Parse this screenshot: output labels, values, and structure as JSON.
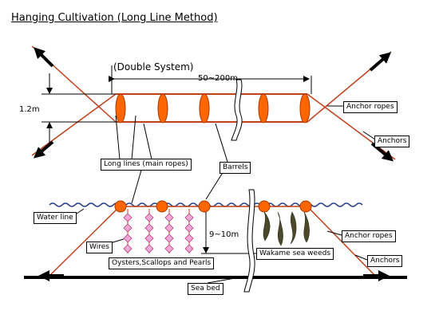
{
  "title": "Hanging Cultivation (Long Line Method)",
  "plan_view": {
    "system_label": "(Double System)",
    "length_label": "50~200m",
    "width_label": "1.2m"
  },
  "labels": {
    "anchor_ropes_top": "Anchor ropes",
    "anchors_top": "Anchors",
    "long_lines": "Long lines (main ropes)",
    "barrels": "Barrels",
    "water_line": "Water line",
    "wires": "Wires",
    "depth": "9~10m",
    "anchor_ropes_bottom": "Anchor ropes",
    "wakame": "Wakame sea weeds",
    "oysters": "Oysters,Scallops and Pearls",
    "anchors_bottom": "Anchors",
    "sea_bed": "Sea bed"
  },
  "colors": {
    "rope": "#c0401a",
    "barrel": "#ff6600",
    "water": "#1f3a8a",
    "oyster": "#f4a7d7",
    "seaweed": "#4a4a2a",
    "arrow": "#000000"
  }
}
